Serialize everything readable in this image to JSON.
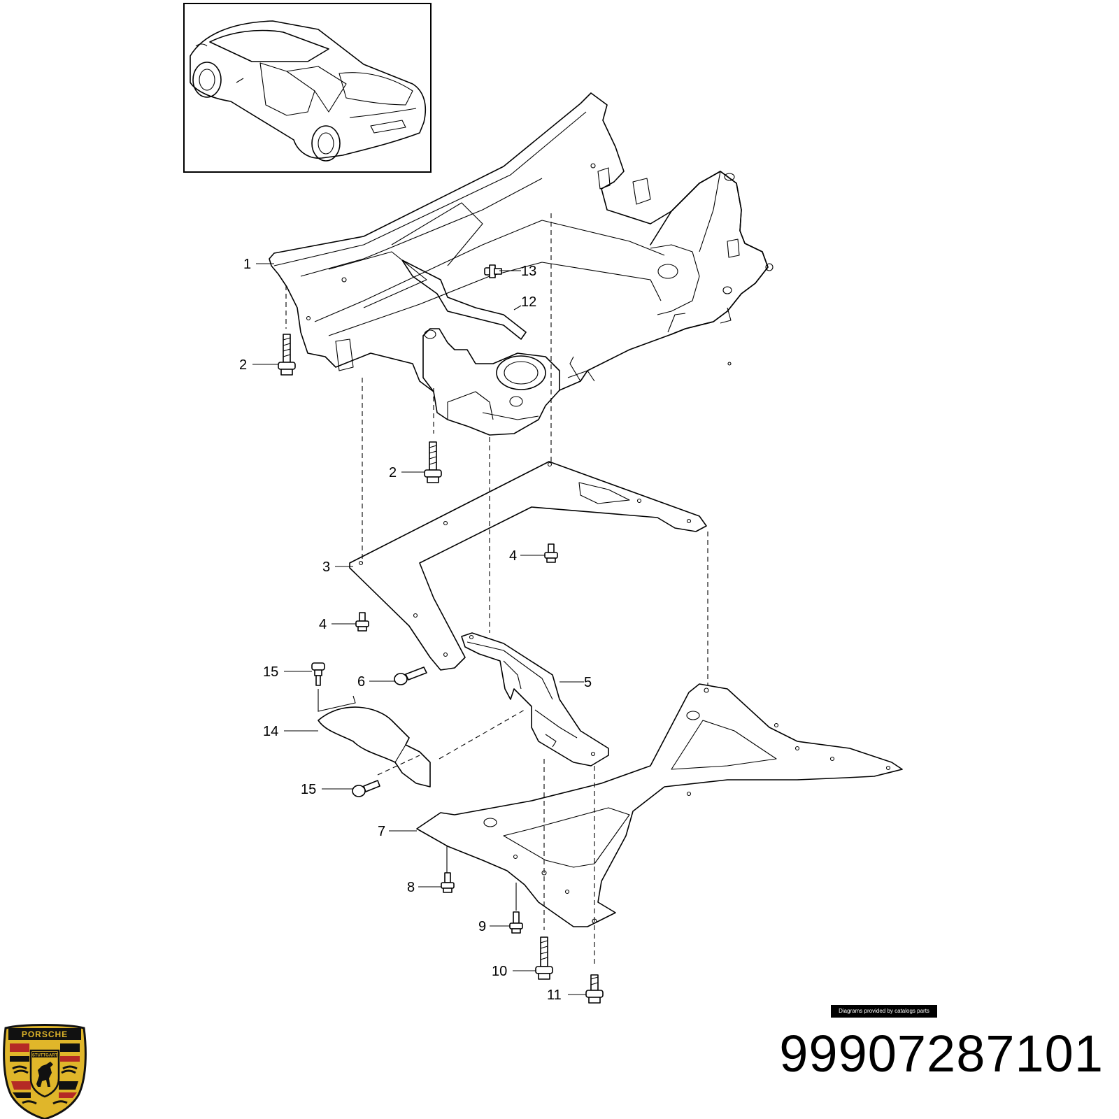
{
  "callouts": [
    {
      "id": "1",
      "label": "1"
    },
    {
      "id": "2a",
      "label": "2"
    },
    {
      "id": "2b",
      "label": "2"
    },
    {
      "id": "3",
      "label": "3"
    },
    {
      "id": "4a",
      "label": "4"
    },
    {
      "id": "4b",
      "label": "4"
    },
    {
      "id": "5",
      "label": "5"
    },
    {
      "id": "6",
      "label": "6"
    },
    {
      "id": "7",
      "label": "7"
    },
    {
      "id": "8",
      "label": "8"
    },
    {
      "id": "9",
      "label": "9"
    },
    {
      "id": "10",
      "label": "10"
    },
    {
      "id": "11",
      "label": "11"
    },
    {
      "id": "12",
      "label": "12"
    },
    {
      "id": "13",
      "label": "13"
    },
    {
      "id": "14",
      "label": "14"
    },
    {
      "id": "15a",
      "label": "15"
    },
    {
      "id": "15b",
      "label": "15"
    }
  ],
  "credit": "Diagrams provided by catalogs parts",
  "part_number": "99907287101",
  "logo": {
    "top_text": "PORSCHE",
    "center_text": "STUTTGART"
  },
  "colors": {
    "logo_gold": "#e0b62a",
    "logo_red": "#b52a25",
    "logo_black": "#111111"
  },
  "icons": [
    "car-thumbnail-icon",
    "porsche-crest-icon"
  ]
}
